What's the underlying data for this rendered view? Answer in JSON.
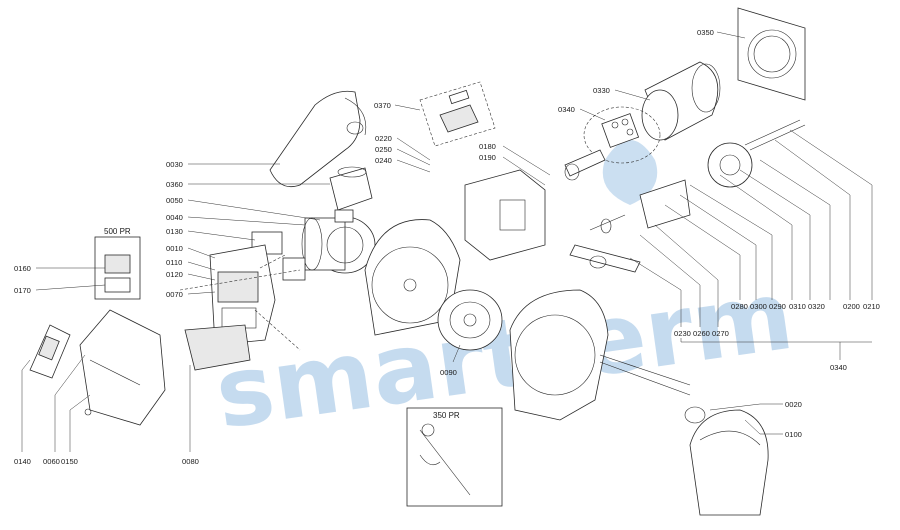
{
  "watermark": {
    "text": "smartTerm",
    "color": "#6aa3d6"
  },
  "boxes": {
    "box_500": {
      "title": "500 PR"
    },
    "box_350": {
      "title": "350 PR"
    },
    "box_0370": {
      "label": "0370"
    }
  },
  "labels": {
    "l0350": "0350",
    "l0330": "0330",
    "l0340a": "0340",
    "l0370": "0370",
    "l0220": "0220",
    "l0250": "0250",
    "l0240": "0240",
    "l0180": "0180",
    "l0190": "0190",
    "l0030": "0030",
    "l0360": "0360",
    "l0050": "0050",
    "l0040": "0040",
    "l0130": "0130",
    "l0010": "0010",
    "l0110": "0110",
    "l0120": "0120",
    "l0070": "0070",
    "l0160": "0160",
    "l0170": "0170",
    "l0140": "0140",
    "l0060": "0060",
    "l0150": "0150",
    "l0080": "0080",
    "l0090": "0090",
    "l0230": "0230",
    "l0260": "0260",
    "l0270": "0270",
    "l0280": "0280",
    "l0300": "0300",
    "l0290": "0290",
    "l0310": "0310",
    "l0320": "0320",
    "l0200": "0200",
    "l0210": "0210",
    "l0340b": "0340",
    "l0020": "0020",
    "l0100": "0100"
  }
}
